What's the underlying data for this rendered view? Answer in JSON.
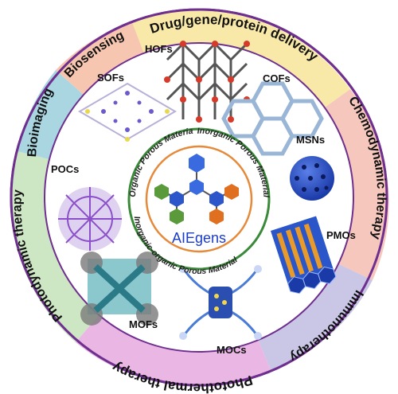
{
  "ring_segments": [
    {
      "label": "Drug/gene/protein delivery",
      "color": "#f9e9a8"
    },
    {
      "label": "Chemodynamic therapy",
      "color": "#f6c7bd"
    },
    {
      "label": "Immunotherapy",
      "color": "#c9c6e6"
    },
    {
      "label": "Photothermal therapy",
      "color": "#eab7e4"
    },
    {
      "label": "Photodynamic therapy",
      "color": "#cde6c4"
    },
    {
      "label": "Bioimaging",
      "color": "#a9d6e0"
    },
    {
      "label": "Biosensing",
      "color": "#f7c6b0"
    }
  ],
  "materials": {
    "hofs": "HOFs",
    "cofs": "COFs",
    "sofs": "SOFs",
    "pocs": "POCs",
    "msns": "MSNs",
    "pmos": "PMOs",
    "mofs": "MOFs",
    "mocs": "MOCs"
  },
  "core": {
    "center_label": "AIEgens",
    "arc_organic": "Organic Porous Material",
    "arc_inorganic": "Inorganic Porous Material",
    "arc_hybrid": "Inorganic-organic Porous Material"
  },
  "colors": {
    "outer_border": "#6f2f8f",
    "inner_ring": "#3a8a3a",
    "core_ring": "#e58a3a",
    "aiegen_text": "#1a3cc9"
  }
}
